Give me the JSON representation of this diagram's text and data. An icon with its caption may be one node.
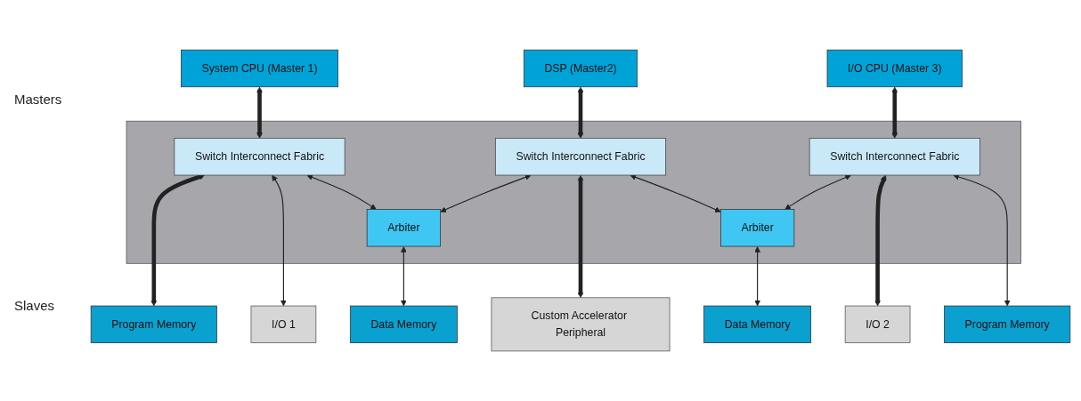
{
  "diagram": {
    "nodes": [
      {
        "text": [
          "System CPU (Master 1)"
        ]
      },
      {
        "text": [
          "DSP (Master2)"
        ]
      },
      {
        "text": [
          "I/O CPU (Master 3)"
        ]
      },
      {
        "text": [],
        "shape": "box"
      },
      {
        "text": [
          "Switch Interconnect Fabric"
        ],
        "in": 3
      },
      {
        "text": [
          "Switch Interconnect Fabric"
        ],
        "in": 3
      },
      {
        "text": [
          "Switch Interconnect Fabric"
        ],
        "in": 3
      },
      {
        "text": [
          "Arbiter"
        ],
        "in": 3
      },
      {
        "text": [
          "Arbiter"
        ],
        "in": 3
      },
      {
        "text": [
          "Program Memory"
        ]
      },
      {
        "text": [
          "I/O 1"
        ]
      },
      {
        "text": [
          "Data Memory"
        ]
      },
      {
        "text": [
          "Custom Accelerator Peripheral"
        ]
      },
      {
        "text": [
          "Data Memory"
        ]
      },
      {
        "text": [
          "I/O 2"
        ]
      },
      {
        "text": [
          "Program Memory"
        ]
      }
    ],
    "edges": [
      {
        "from": 0,
        "to": 4,
        "arrow": "both",
        "style": "thick"
      },
      {
        "from": 1,
        "to": 5,
        "arrow": "both",
        "style": "thick"
      },
      {
        "from": 2,
        "to": 6,
        "arrow": "both",
        "style": "thick"
      },
      {
        "from": 4,
        "to": 9,
        "arrow": "both",
        "style": "thick"
      },
      {
        "from": 4,
        "to": 10,
        "arrow": "both"
      },
      {
        "from": 4,
        "to": 7,
        "arrow": "both"
      },
      {
        "from": 5,
        "to": 7,
        "arrow": "both"
      },
      {
        "from": 7,
        "to": 11,
        "arrow": "both"
      },
      {
        "from": 5,
        "to": 12,
        "arrow": "both",
        "style": "thick"
      },
      {
        "from": 5,
        "to": 8,
        "arrow": "both"
      },
      {
        "from": 6,
        "to": 8,
        "arrow": "both"
      },
      {
        "from": 8,
        "to": 13,
        "arrow": "both"
      },
      {
        "from": 6,
        "to": 14,
        "arrow": "both",
        "style": "thick"
      },
      {
        "from": 6,
        "to": 15,
        "arrow": "both"
      }
    ],
    "labels": [
      "Masters",
      "Slaves"
    ]
  }
}
